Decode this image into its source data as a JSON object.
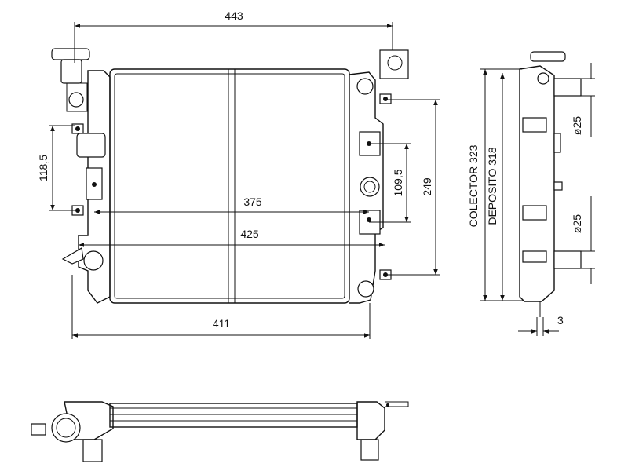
{
  "dimensions": {
    "overall_width": "443",
    "core_width_inner": "375",
    "core_width_outer": "425",
    "bottom_width": "411",
    "left_height": "118,5",
    "right_height_small": "109,5",
    "right_height_large": "249",
    "collector": "COLECTOR  323",
    "deposito": "DEPOSITO  318",
    "pipe_top": "ø25",
    "pipe_bottom": "ø25",
    "drain_offset": "3"
  }
}
